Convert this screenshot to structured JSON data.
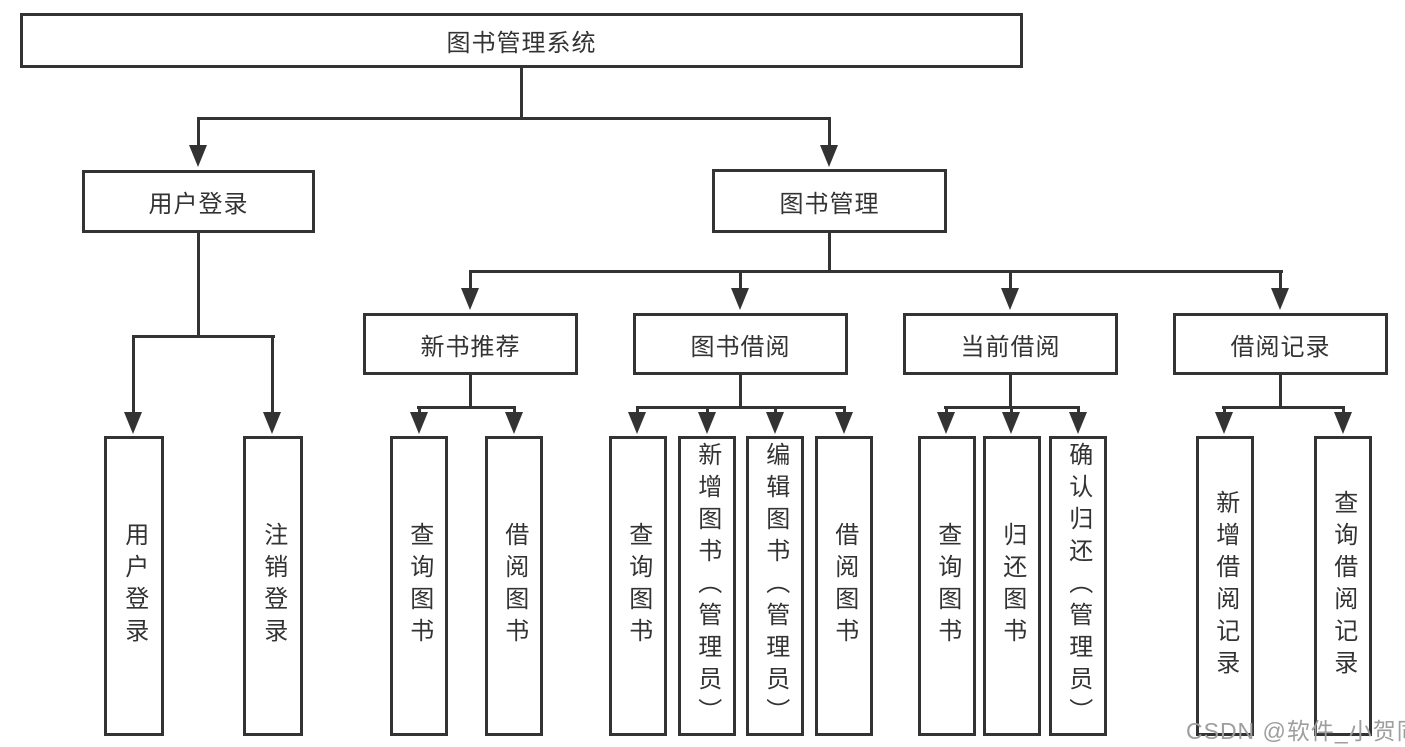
{
  "diagram": {
    "root": {
      "label": "图书管理系统"
    },
    "branches": [
      {
        "label": "用户登录",
        "children": [
          {
            "label": "用户登录"
          },
          {
            "label": "注销登录"
          }
        ]
      },
      {
        "label": "图书管理",
        "children": [
          {
            "label": "新书推荐",
            "children": [
              {
                "label": "查询图书"
              },
              {
                "label": "借阅图书"
              }
            ]
          },
          {
            "label": "图书借阅",
            "children": [
              {
                "label": "查询图书"
              },
              {
                "label": "新增图书（管理员）"
              },
              {
                "label": "编辑图书（管理员）"
              },
              {
                "label": "借阅图书"
              }
            ]
          },
          {
            "label": "当前借阅",
            "children": [
              {
                "label": "查询图书"
              },
              {
                "label": "归还图书"
              },
              {
                "label": "确认归还（管理员）"
              }
            ]
          },
          {
            "label": "借阅记录",
            "children": [
              {
                "label": "新增借阅记录"
              },
              {
                "label": "查询借阅记录"
              }
            ]
          }
        ]
      }
    ]
  },
  "watermark": {
    "text": "CSDN @软件_小贺同学"
  },
  "colors": {
    "line": "#333333",
    "text": "#333333",
    "watermark": "#9e9e9e",
    "background": "#ffffff"
  }
}
